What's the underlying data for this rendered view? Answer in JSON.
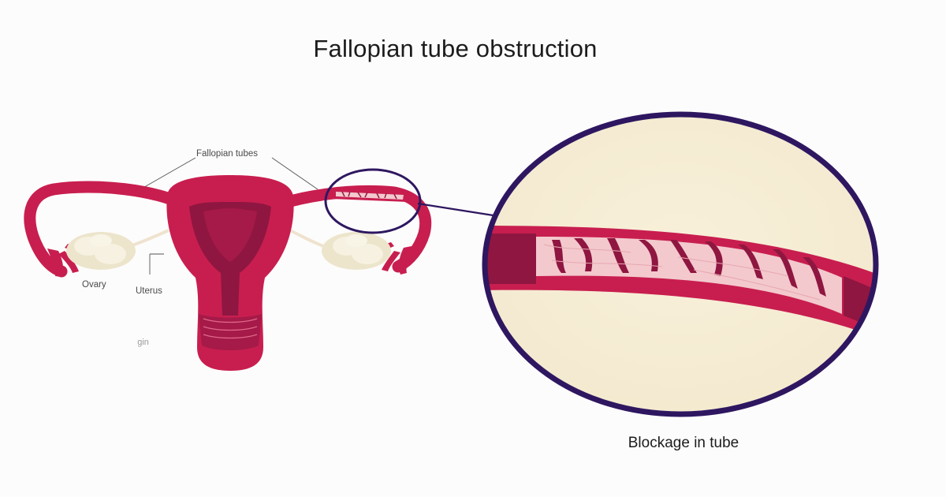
{
  "title": "Fallopian tube obstruction",
  "labels": {
    "fallopian_tubes": "Fallopian tubes",
    "ovary": "Ovary",
    "uterus": "Uterus",
    "vagina_partial": " gin"
  },
  "caption": "Blockage in tube",
  "colors": {
    "tissue": "#c81e4f",
    "tissue_dark": "#8f1640",
    "tissue_light": "#e0688c",
    "ovary": "#f0ead6",
    "magnifier_ring": "#2e1760",
    "magnifier_fill": "#f5ecd6",
    "blockage": "#f3c9cd"
  }
}
